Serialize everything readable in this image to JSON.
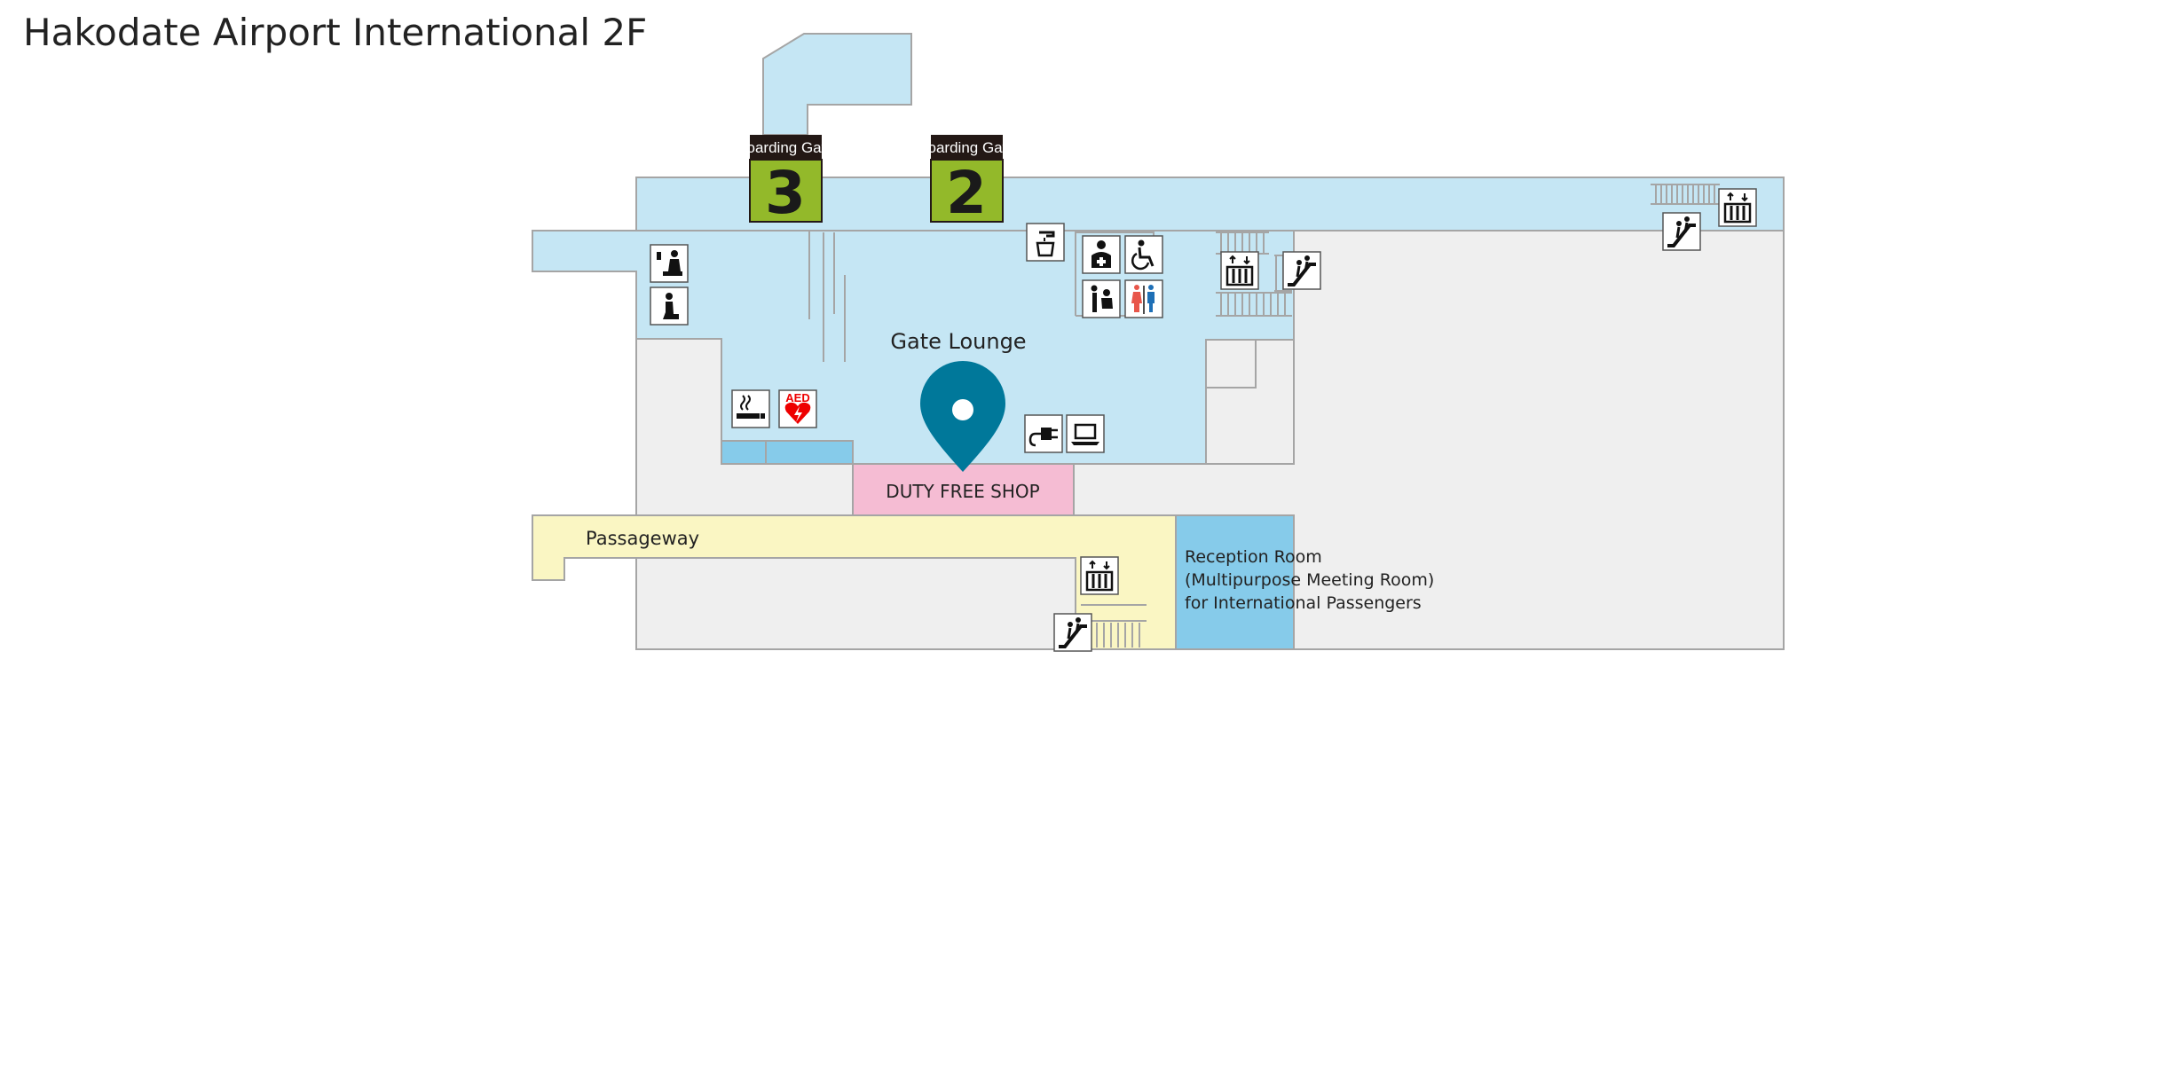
{
  "title": "Hakodate Airport International 2F",
  "gates": [
    {
      "header": "Boarding Gate",
      "number": "3"
    },
    {
      "header": "Boarding Gate",
      "number": "2"
    }
  ],
  "areas": {
    "gate_lounge": "Gate Lounge",
    "duty_free": "DUTY FREE SHOP",
    "passageway": "Passageway",
    "reception": [
      "Reception Room",
      "(Multipurpose Meeting Room)",
      "for International Passengers"
    ]
  },
  "icons": {
    "aed_label": "AED",
    "names": [
      "baby-care-icon",
      "prayer-room-icon",
      "water-fountain-icon",
      "first-aid-icon",
      "wheelchair-icon",
      "diaper-changing-icon",
      "restroom-icon",
      "elevator-icon",
      "escalator-icon",
      "smoking-area-icon",
      "aed-icon",
      "power-outlet-icon",
      "laptop-internet-icon",
      "location-pin-icon"
    ]
  },
  "colors": {
    "lounge": "#c5e6f4",
    "reception": "#86cbea",
    "duty_free": "#f5bcd3",
    "passageway": "#faf6c3",
    "restricted": "#efefef",
    "gate_green": "#93b92a",
    "pin": "#00789a"
  }
}
